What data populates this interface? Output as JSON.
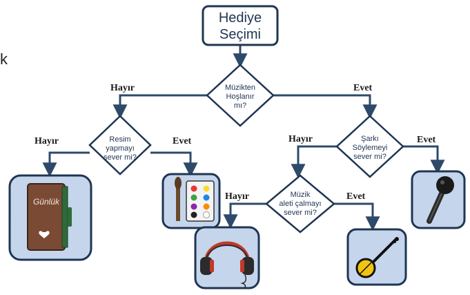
{
  "cropped_letter": "k",
  "root": {
    "lines": [
      "Hediye",
      "Seçimi"
    ]
  },
  "decisions": {
    "music_like": {
      "lines": [
        "Müzikten",
        "Hoşlanır",
        "mı?"
      ]
    },
    "drawing": {
      "lines": [
        "Resim",
        "yapmayı",
        "sever mi?"
      ]
    },
    "singing": {
      "lines": [
        "Şarkı",
        "Söylemeyi",
        "sever mi?"
      ]
    },
    "instrument": {
      "lines": [
        "Müzik",
        "aleti çalmayı",
        "sever mi?"
      ]
    }
  },
  "branch_labels": {
    "no": "Hayır",
    "yes": "Evet"
  },
  "outcomes": {
    "diary": {
      "icon": "diary-icon",
      "label": "Günlük"
    },
    "paints": {
      "icon": "paint-palette-icon"
    },
    "headphones": {
      "icon": "headphones-icon"
    },
    "banjo": {
      "icon": "banjo-icon"
    },
    "microphone": {
      "icon": "microphone-icon"
    }
  },
  "colors": {
    "line": "#2e4a6b",
    "box_fill": "#c5d5ec",
    "box_stroke": "#1f3552",
    "diary_cover": "#7a4a35",
    "diary_strap": "#2f6b3a"
  }
}
